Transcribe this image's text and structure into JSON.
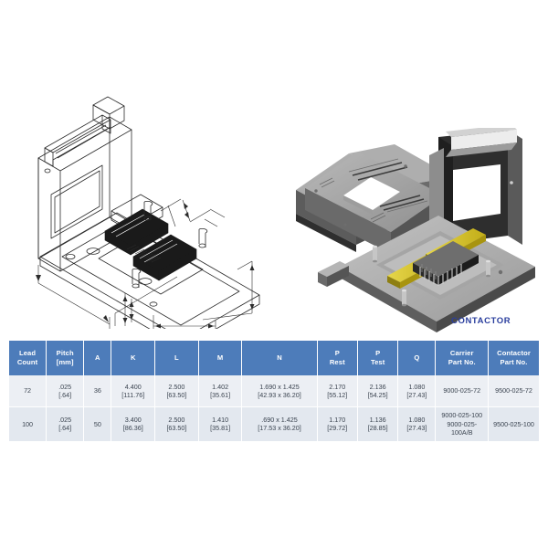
{
  "figures": {
    "line_drawing": {
      "name": "isometric-line-drawing",
      "description": "Open hinged test socket line art with dimension callouts"
    },
    "render": {
      "name": "3d-render",
      "description": "Carrier plate and contactor assembly 3D render"
    },
    "contactor_label": "CONTACTOR"
  },
  "colors": {
    "header_blue": "#4d7cba",
    "label_blue": "#2b3f9e",
    "row_a": "#eceff4",
    "row_b": "#e3e8ef",
    "gold_contact": "#d6c32a",
    "lid_black": "#2e2e2e",
    "plate_gray": "#9a9a9a"
  },
  "table": {
    "headers": [
      {
        "line1": "Lead",
        "line2": "Count"
      },
      {
        "line1": "Pitch",
        "line2": "[mm]"
      },
      {
        "line1": "A",
        "line2": ""
      },
      {
        "line1": "K",
        "line2": ""
      },
      {
        "line1": "L",
        "line2": ""
      },
      {
        "line1": "M",
        "line2": ""
      },
      {
        "line1": "N",
        "line2": ""
      },
      {
        "line1": "P",
        "line2": "Rest"
      },
      {
        "line1": "P",
        "line2": "Test"
      },
      {
        "line1": "Q",
        "line2": ""
      },
      {
        "line1": "Carrier",
        "line2": "Part No."
      },
      {
        "line1": "Contactor",
        "line2": "Part No."
      }
    ],
    "rows": [
      {
        "lead_count": {
          "line1": "72",
          "line2": ""
        },
        "pitch": {
          "line1": ".025",
          "line2": "[.64]"
        },
        "a": {
          "line1": "36",
          "line2": ""
        },
        "k": {
          "line1": "4.400",
          "line2": "[111.76]"
        },
        "l": {
          "line1": "2.500",
          "line2": "[63.50]"
        },
        "m": {
          "line1": "1.402",
          "line2": "[35.61]"
        },
        "n": {
          "line1": "1.690 x 1.425",
          "line2": "[42.93 x 36.20]"
        },
        "p_rest": {
          "line1": "2.170",
          "line2": "[55.12]"
        },
        "p_test": {
          "line1": "2.136",
          "line2": "[54.25]"
        },
        "q": {
          "line1": "1.080",
          "line2": "[27.43]"
        },
        "carrier_pn": {
          "line1": "9000-025-72",
          "line2": ""
        },
        "contactor_pn": {
          "line1": "9500-025-72",
          "line2": ""
        }
      },
      {
        "lead_count": {
          "line1": "100",
          "line2": ""
        },
        "pitch": {
          "line1": ".025",
          "line2": "[.64]"
        },
        "a": {
          "line1": "50",
          "line2": ""
        },
        "k": {
          "line1": "3.400",
          "line2": "[86.36]"
        },
        "l": {
          "line1": "2.500",
          "line2": "[63.50]"
        },
        "m": {
          "line1": "1.410",
          "line2": "[35.81]"
        },
        "n": {
          "line1": ".690 x 1.425",
          "line2": "[17.53 x 36.20]"
        },
        "p_rest": {
          "line1": "1.170",
          "line2": "[29.72]"
        },
        "p_test": {
          "line1": "1.136",
          "line2": "[28.85]"
        },
        "q": {
          "line1": "1.080",
          "line2": "[27.43]"
        },
        "carrier_pn": {
          "line1": "9000-025-100",
          "line2": "9000-025-100A/B"
        },
        "contactor_pn": {
          "line1": "9500-025-100",
          "line2": ""
        }
      }
    ]
  }
}
